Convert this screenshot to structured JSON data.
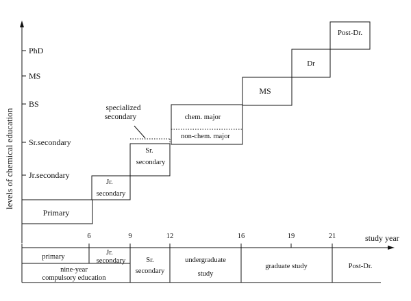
{
  "axes": {
    "y_title": "levels of chemical education",
    "x_title": "study year"
  },
  "levels": [
    {
      "key": "phd",
      "label": "PhD"
    },
    {
      "key": "ms",
      "label": "MS"
    },
    {
      "key": "bs",
      "label": "BS"
    },
    {
      "key": "srsec",
      "label": "Sr.secondary"
    },
    {
      "key": "jrsec",
      "label": "Jr.secondary"
    }
  ],
  "year_ticks": [
    "6",
    "9",
    "12",
    "16",
    "19",
    "21"
  ],
  "steps": {
    "primary": "Primary",
    "jr_line1": "Jr.",
    "jr_line2": "secondary",
    "sr_line1": "Sr.",
    "sr_line2": "secondary",
    "chem_major": "chem. major",
    "non_chem_major": "non-chem. major",
    "ms": "MS",
    "dr": "Dr",
    "postdr": "Post-Dr."
  },
  "annotation": {
    "line1": "specialized",
    "line2": "secondary"
  },
  "bottom_table": {
    "primary": "primary",
    "jr_line1": "Jr.",
    "jr_line2": "secondary",
    "nine_line1": "nine-year",
    "nine_line2": "compulsory education",
    "sr_line1": "Sr.",
    "sr_line2": "secondary",
    "ug_line1": "undergraduate",
    "ug_line2": "study",
    "graduate": "graduate study",
    "postdr": "Post-Dr."
  }
}
